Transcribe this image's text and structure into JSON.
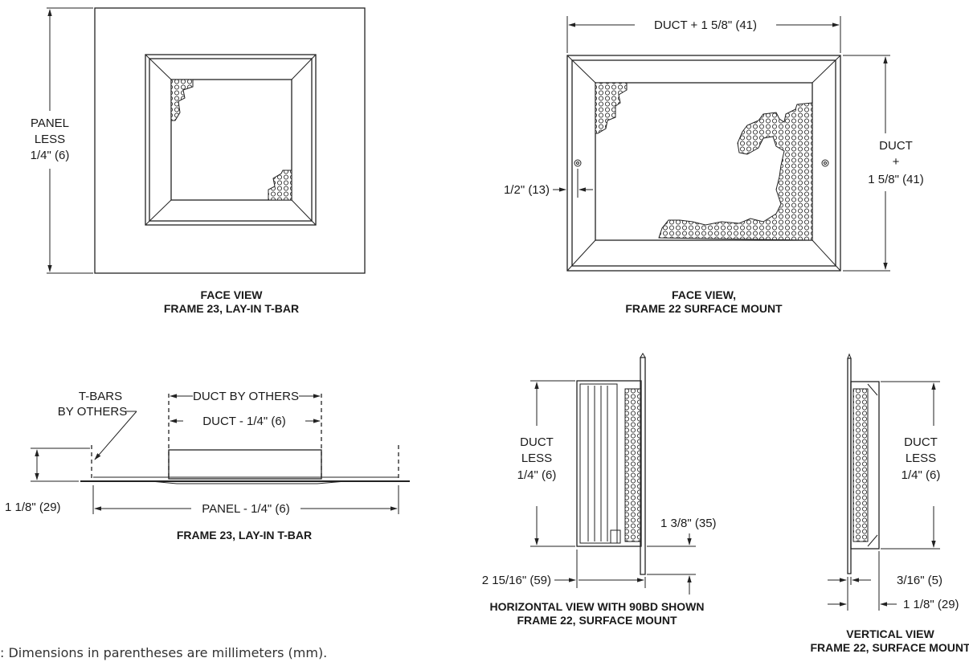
{
  "frame23_face": {
    "dim_panel": [
      "PANEL",
      "LESS",
      "1/4\" (6)"
    ],
    "caption": [
      "FACE VIEW",
      "FRAME 23, LAY-IN T-BAR"
    ]
  },
  "frame22_face": {
    "dim_width": "DUCT + 1 5/8\" (41)",
    "dim_height": [
      "DUCT",
      "+",
      "1 5/8\" (41)"
    ],
    "dim_edge": "1/2\" (13)",
    "caption": [
      "FACE VIEW,",
      "FRAME 22 SURFACE MOUNT"
    ]
  },
  "frame23_section": {
    "label_tbars": [
      "T-BARS",
      "BY OTHERS"
    ],
    "dim_duct_by_others": "DUCT BY OTHERS",
    "dim_duct_less": "DUCT - 1/4\" (6)",
    "dim_height": "1 1/8\" (29)",
    "dim_panel": "PANEL - 1/4\" (6)",
    "caption": "FRAME 23, LAY-IN T-BAR"
  },
  "horizontal_view": {
    "dim_duct": [
      "DUCT",
      "LESS",
      "1/4\" (6)"
    ],
    "dim_flange": "1 3/8\" (35)",
    "dim_depth": "2 15/16\" (59)",
    "caption": [
      "HORIZONTAL VIEW WITH 90BD SHOWN",
      "FRAME 22, SURFACE MOUNT"
    ]
  },
  "vertical_view": {
    "dim_duct": [
      "DUCT",
      "LESS",
      "1/4\" (6)"
    ],
    "dim_small": "3/16\" (5)",
    "dim_depth": "1 1/8\" (29)",
    "caption": [
      "VERTICAL VIEW",
      "FRAME 22, SURFACE MOUNT"
    ]
  },
  "footnote": ": Dimensions in parentheses are millimeters (mm)."
}
